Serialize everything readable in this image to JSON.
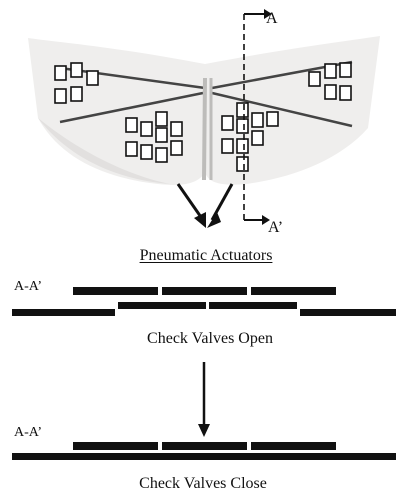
{
  "diagram": {
    "section_marker_top": "A",
    "section_marker_bottom": "A’",
    "actuators_caption": "Pneumatic Actuators",
    "view_open_label": "A-A’",
    "view_close_label": "A-A’",
    "open_caption": "Check Valves Open",
    "close_caption": "Check Valves Close"
  },
  "colors": {
    "wing_fill": "#efeeed",
    "wing_shadow": "#d2d1cf",
    "ink": "#111111",
    "actuator_fill": "#ffffff"
  },
  "icons": {
    "section_arrow": "right-arrow-icon",
    "flow_arrow": "down-arrow-icon"
  }
}
